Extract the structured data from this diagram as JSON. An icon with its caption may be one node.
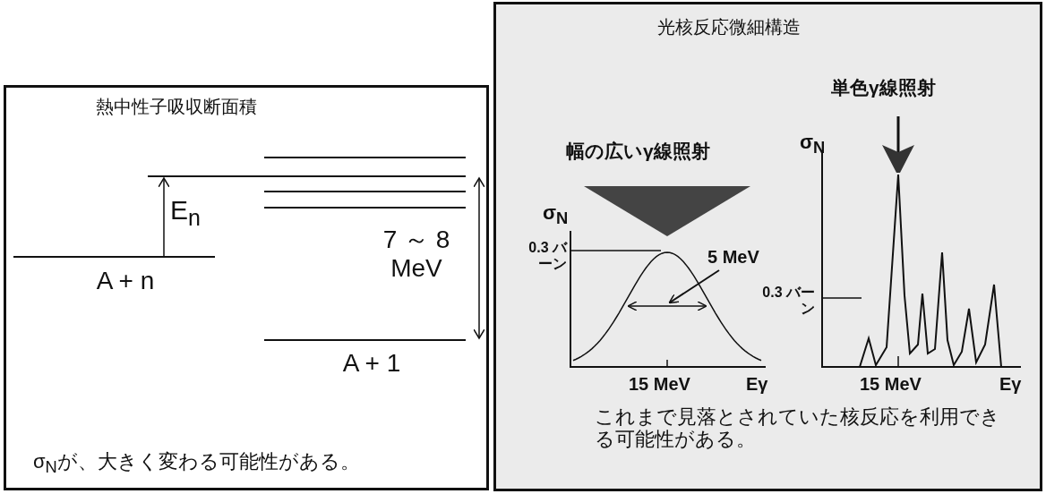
{
  "diagram": {
    "nodes": [
      {
        "text": [
          "熱中性子吸収断面積",
          "σ$_{N}$が、大きく変わる可能性がある。"
        ]
      },
      {
        "text": [
          "光核反応微細構造",
          "これまで見落とされていた核反応を利用できる可能性がある。"
        ]
      }
    ],
    "edges": [],
    "labels": [
      "E$_{n}$",
      "A + n",
      "7 ～ 8 MeV",
      "A + 1",
      "幅の広いγ線照射",
      "σ$_{N}$",
      "0.3 バーン",
      "5 MeV",
      "15 MeV",
      "Eγ",
      "単色γ線照射",
      "σ$_{N}$",
      "0.3 バーン",
      "15 MeV",
      "Eγ"
    ]
  }
}
